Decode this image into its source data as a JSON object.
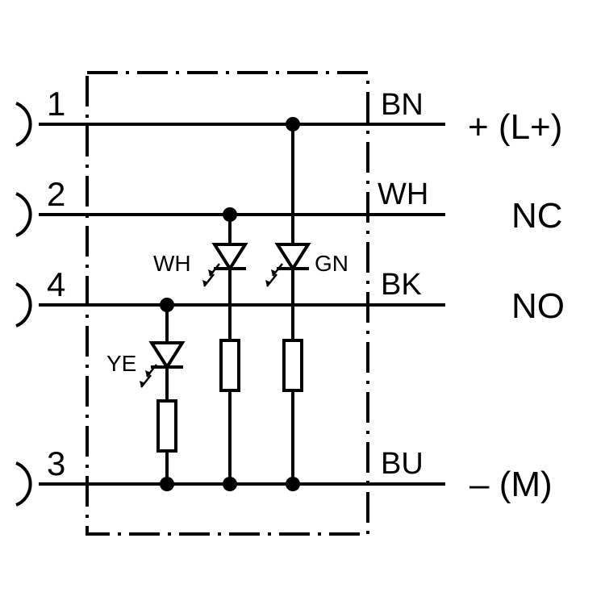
{
  "pins": [
    {
      "number": "1",
      "wire_color": "BN",
      "function": "+ (L+)"
    },
    {
      "number": "2",
      "wire_color": "WH",
      "function": "NC"
    },
    {
      "number": "4",
      "wire_color": "BK",
      "function": "NO"
    },
    {
      "number": "3",
      "wire_color": "BU",
      "function": "– (M)"
    }
  ],
  "leds": {
    "yellow": "YE",
    "white": "WH",
    "green": "GN"
  }
}
